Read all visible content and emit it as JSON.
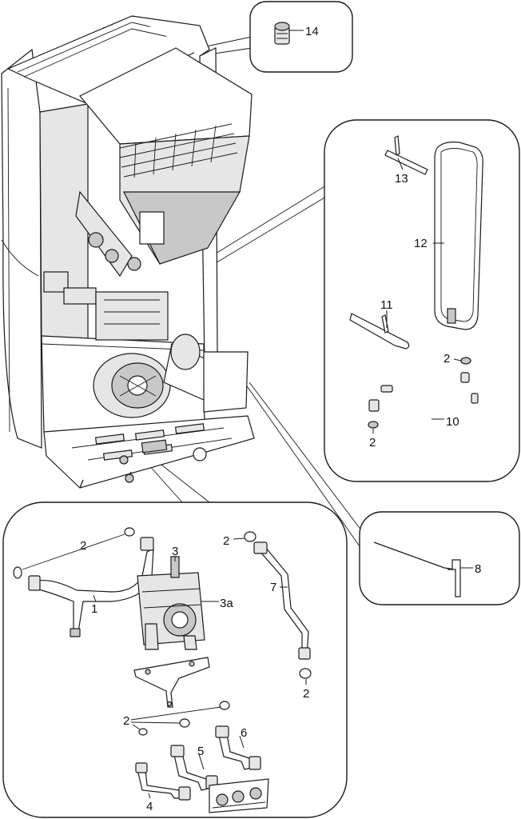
{
  "callouts": {
    "c14": "14",
    "c13": "13",
    "c12": "12",
    "c11": "11",
    "c2_exp": "2",
    "c2_hose": "2",
    "c10": "10",
    "c8": "8",
    "c2_pipe1": "2",
    "c1": "1",
    "c3": "3",
    "c3a": "3a",
    "c2_pipe7": "2",
    "c7": "7",
    "c2_pipe7b": "2",
    "c2_seals": "2",
    "c6": "6",
    "c5": "5",
    "c4": "4"
  }
}
